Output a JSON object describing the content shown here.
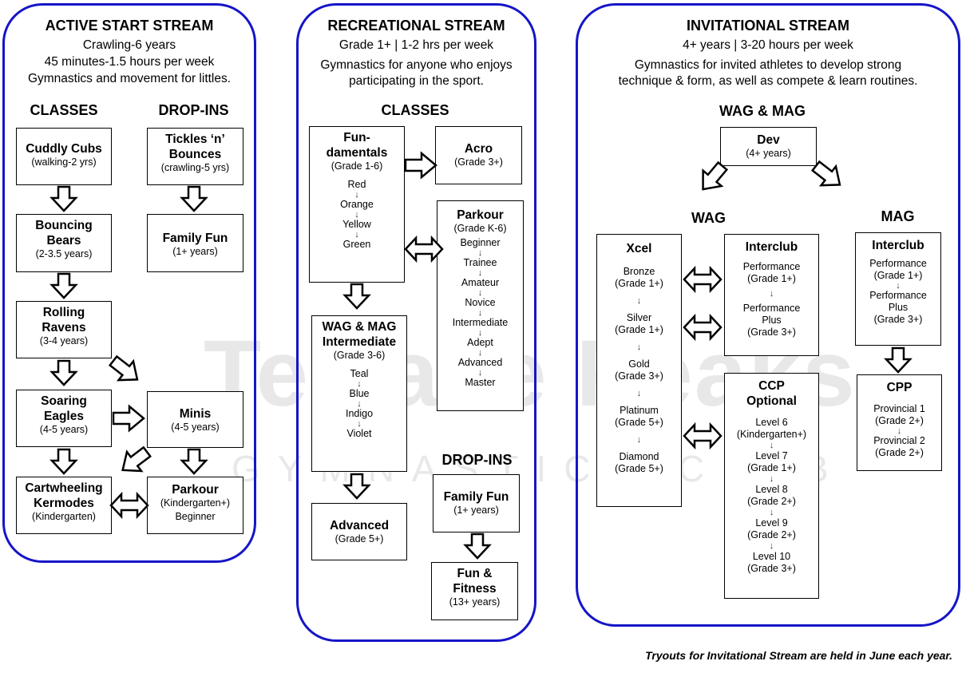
{
  "watermark": {
    "line1": "Terrace Peaks",
    "line2": "GYMNASTICS CLUB"
  },
  "active": {
    "title": "ACTIVE START STREAM",
    "sub": [
      "Crawling-6 years",
      "45 minutes-1.5 hours per week",
      "Gymnastics and movement for littles."
    ],
    "classes_heading": "CLASSES",
    "dropins_heading": "DROP-INS",
    "cuddly": {
      "title": "Cuddly Cubs",
      "sub": "(walking-2 yrs)"
    },
    "bouncing": {
      "title1": "Bouncing",
      "title2": "Bears",
      "sub": "(2-3.5 years)"
    },
    "rolling": {
      "title1": "Rolling",
      "title2": "Ravens",
      "sub": "(3-4 years)"
    },
    "soaring": {
      "title1": "Soaring",
      "title2": "Eagles",
      "sub": "(4-5 years)"
    },
    "cartwheeling": {
      "title1": "Cartwheeling",
      "title2": "Kermodes",
      "sub": "(Kindergarten)"
    },
    "tickles": {
      "title1": "Tickles ‘n’",
      "title2": "Bounces",
      "sub": "(crawling-5 yrs)"
    },
    "familyfun": {
      "title": "Family Fun",
      "sub": "(1+ years)"
    },
    "minis": {
      "title": "Minis",
      "sub": "(4-5 years)"
    },
    "parkour": {
      "title": "Parkour",
      "sub": "(Kindergarten+)",
      "sub2": "Beginner"
    }
  },
  "rec": {
    "title": "RECREATIONAL STREAM",
    "sub1": "Grade 1+ | 1-2 hrs per week",
    "sub2": [
      "Gymnastics for anyone who enjoys",
      "participating in the sport."
    ],
    "classes_heading": "CLASSES",
    "dropins_heading": "DROP-INS",
    "fundamentals": {
      "title1": "Fun-",
      "title2": "damentals",
      "sub": "(Grade 1-6)",
      "levels": [
        "Red",
        "Orange",
        "Yellow",
        "Green"
      ]
    },
    "acro": {
      "title": "Acro",
      "sub": "(Grade 3+)"
    },
    "parkour": {
      "title": "Parkour",
      "sub": "(Grade K-6)",
      "levels": [
        "Beginner",
        "Trainee",
        "Amateur",
        "Novice",
        "Intermediate",
        "Adept",
        "Advanced",
        "Master"
      ]
    },
    "intermediate": {
      "title1": "WAG & MAG",
      "title2": "Intermediate",
      "sub": "(Grade 3-6)",
      "levels": [
        "Teal",
        "Blue",
        "Indigo",
        "Violet"
      ]
    },
    "advanced": {
      "title": "Advanced",
      "sub": "(Grade 5+)"
    },
    "familyfun": {
      "title": "Family Fun",
      "sub": "(1+ years)"
    },
    "fitness": {
      "title1": "Fun &",
      "title2": "Fitness",
      "sub": "(13+ years)"
    }
  },
  "inv": {
    "title": "INVITATIONAL STREAM",
    "sub1": "4+ years | 3-20 hours per week",
    "sub2": [
      "Gymnastics for invited athletes to develop strong",
      "technique & form, as well as compete & learn routines."
    ],
    "wagmag_heading": "WAG & MAG",
    "wag_heading": "WAG",
    "mag_heading": "MAG",
    "dev": {
      "title": "Dev",
      "sub": "(4+ years)"
    },
    "xcel": {
      "title": "Xcel",
      "levels": [
        [
          "Bronze",
          "(Grade 1+)"
        ],
        [
          "Silver",
          "(Grade 1+)"
        ],
        [
          "Gold",
          "(Grade 3+)"
        ],
        [
          "Platinum",
          "(Grade 5+)"
        ],
        [
          "Diamond",
          "(Grade 5+)"
        ]
      ]
    },
    "wag_interclub": {
      "title": "Interclub",
      "l1": "Performance",
      "l1s": "(Grade 1+)",
      "l2": "Performance",
      "l2b": "Plus",
      "l2s": "(Grade 3+)"
    },
    "ccp": {
      "title1": "CCP",
      "title2": "Optional",
      "levels": [
        [
          "Level 6",
          "(Kindergarten+)"
        ],
        [
          "Level 7",
          "(Grade 1+)"
        ],
        [
          "Level 8",
          "(Grade 2+)"
        ],
        [
          "Level 9",
          "(Grade 2+)"
        ],
        [
          "Level 10",
          "(Grade 3+)"
        ]
      ]
    },
    "mag_interclub": {
      "title": "Interclub",
      "l1": "Performance",
      "l1s": "(Grade 1+)",
      "l2": "Performance",
      "l2b": "Plus",
      "l2s": "(Grade 3+)"
    },
    "cpp": {
      "title": "CPP",
      "l1": "Provincial 1",
      "l1s": "(Grade 2+)",
      "l2": "Provincial 2",
      "l2s": "(Grade 2+)"
    }
  },
  "footer": "Tryouts for Invitational Stream are held in June each year.",
  "arrow_glyph": "↓"
}
